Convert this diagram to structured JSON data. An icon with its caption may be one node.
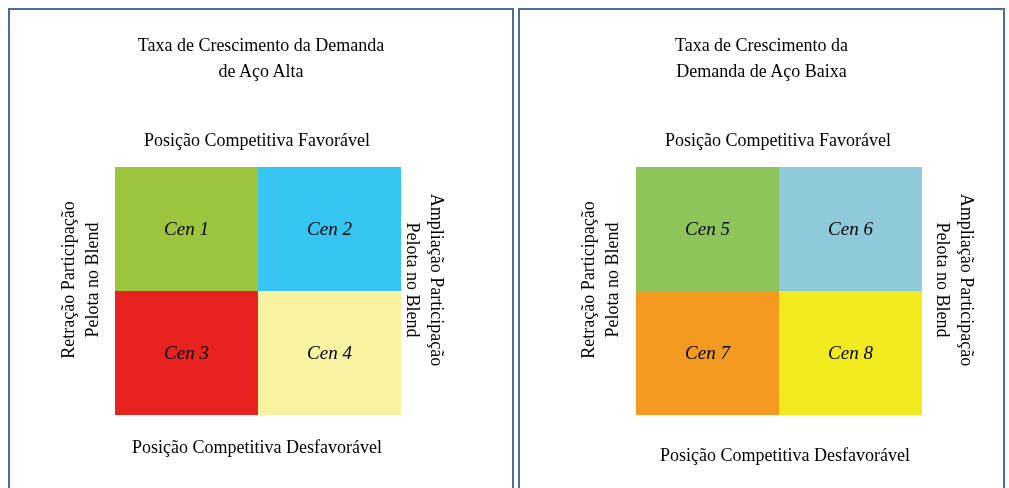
{
  "diagram": {
    "nodes": [
      {
        "text": [
          "Taxa de Crescimento da Demanda de Aço Alta"
        ]
      },
      {
        "text": [
          "Cen 1"
        ],
        "in": 0
      },
      {
        "text": [
          "Cen 2"
        ],
        "in": 0
      },
      {
        "text": [
          "Cen 3"
        ],
        "in": 0
      },
      {
        "text": [
          "Cen 4"
        ],
        "in": 0
      },
      {
        "text": [
          "Taxa de Crescimento da Demanda de Aço Baixa"
        ]
      },
      {
        "text": [
          "Cen 5"
        ],
        "in": 5
      },
      {
        "text": [
          "Cen 6"
        ],
        "in": 5
      },
      {
        "text": [
          "Cen 7"
        ],
        "in": 5
      },
      {
        "text": [
          "Cen 8"
        ],
        "in": 5
      }
    ],
    "labels": [
      "Posição Competitiva Favorável",
      "Retração Participação Pelota no Blend",
      "Ampliação Participação Pelota no Blend",
      "Posição Competitiva Desfavorável",
      "Posição Competitiva Favorável",
      "Retração Participação Pelota no Blend",
      "Ampliação Participação Pelota no Blend",
      "Posição Competitiva Desfavorável"
    ]
  }
}
